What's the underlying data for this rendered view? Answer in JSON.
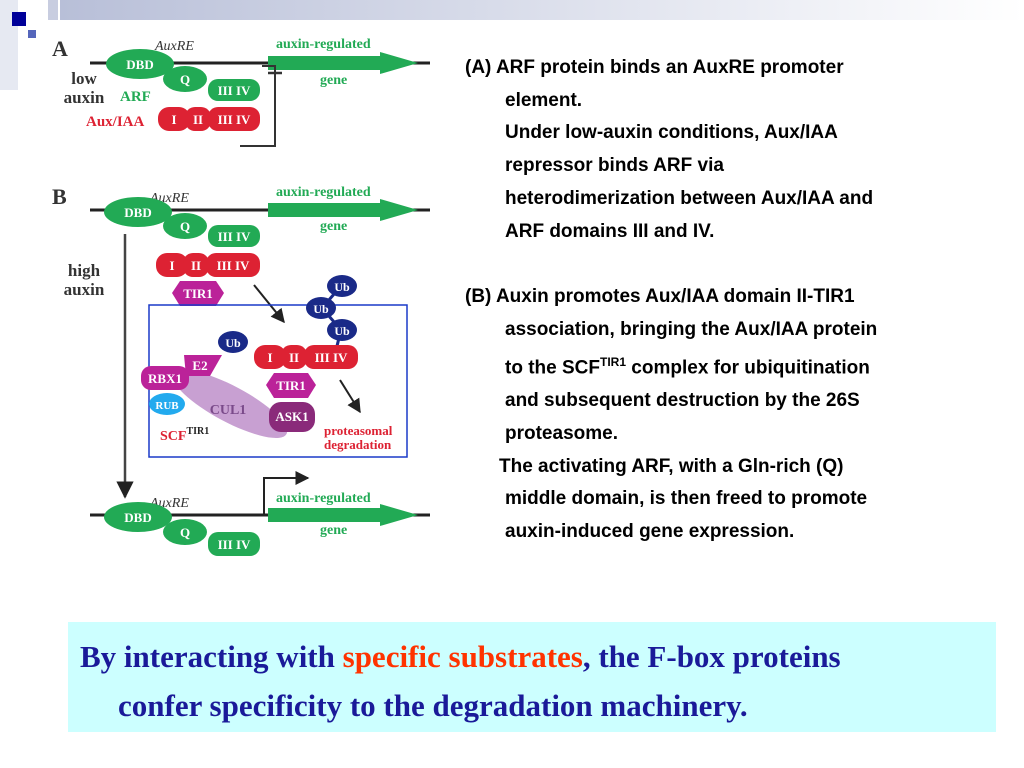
{
  "slide": {
    "colors": {
      "header_bar": "#dde1ee",
      "bullet_square": "#000099",
      "green": "#22aa55",
      "red": "#dd2233",
      "magenta": "#bb2299",
      "navy": "#1a2a88",
      "note_bg": "#ccffff",
      "note_text": "#1a1a99",
      "note_highlight": "#ff3300"
    },
    "diagram": {
      "panel_a": {
        "letter": "A",
        "auxre": "AuxRE",
        "gene_line1": "auxin-regulated",
        "gene_line2": "gene",
        "dbd": "DBD",
        "q": "Q",
        "iii_iv": "III IV",
        "condition_line1": "low",
        "condition_line2": "auxin",
        "arf": "ARF",
        "aux_iaa": "Aux/IAA",
        "i": "I",
        "ii": "II",
        "iii_iv_red": "III IV"
      },
      "panel_b": {
        "letter": "B",
        "auxre": "AuxRE",
        "gene_line1": "auxin-regulated",
        "gene_line2": "gene",
        "dbd": "DBD",
        "q": "Q",
        "iii_iv": "III IV",
        "condition_line1": "high",
        "condition_line2": "auxin",
        "i": "I",
        "ii": "II",
        "iii_iv_red": "III IV",
        "tir1": "TIR1",
        "ub": "Ub",
        "e2": "E2",
        "rbx1": "RBX1",
        "rub": "RUB",
        "cul1": "CUL1",
        "ask1": "ASK1",
        "scf": "SCF",
        "scf_sup": "TIR1",
        "proteasomal_line1": "proteasomal",
        "proteasomal_line2": "degradation"
      },
      "panel_c": {
        "auxre": "AuxRE",
        "gene_line1": "auxin-regulated",
        "gene_line2": "gene",
        "dbd": "DBD",
        "q": "Q",
        "iii_iv": "III IV"
      }
    },
    "text": {
      "a_line1": "(A) ARF protein binds an AuxRE promoter",
      "a_line2": "element.",
      "a_line3": "Under low-auxin conditions, Aux/IAA",
      "a_line4": "repressor binds ARF via",
      "a_line5": "heterodimerization between Aux/IAA and",
      "a_line6": "ARF domains III and IV.",
      "b_line1": "(B) Auxin promotes Aux/IAA domain II-TIR1",
      "b_line2": "association, bringing the Aux/IAA protein",
      "b_line3_pre": "to the SCF",
      "b_line3_sup": "TIR1",
      "b_line3_post": " complex for ubiquitination",
      "b_line4": "and subsequent destruction by the 26S",
      "b_line5": "proteasome.",
      "c_line1": "The activating ARF, with a Gln-rich (Q)",
      "c_line2": "middle domain, is then freed to promote",
      "c_line3": "auxin-induced gene expression."
    },
    "note": {
      "pre": "By interacting with ",
      "highlight": "specific substrates",
      "post": ", the F-box proteins",
      "line2": "confer specificity to the degradation machinery."
    }
  }
}
